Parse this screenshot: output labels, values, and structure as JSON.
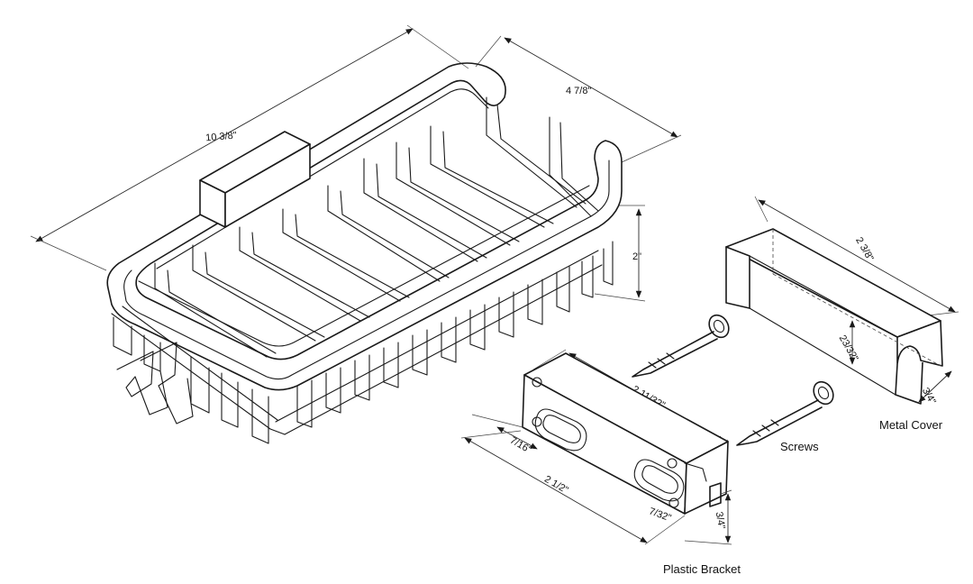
{
  "dimensions": {
    "basket_length": "10 3/8\"",
    "basket_width": "4 7/8\"",
    "basket_height": "2\"",
    "cover_length": "2 3/8\"",
    "cover_depth": "23/32\"",
    "cover_width": "3/4\"",
    "bracket_length": "2 11/32\"",
    "bracket_offset": "7/16\"",
    "bracket_total": "2 1/2\"",
    "bracket_small": "7/32\"",
    "bracket_height": "3/4\""
  },
  "labels": {
    "metal_cover": "Metal Cover",
    "screws": "Screws",
    "plastic_bracket": "Plastic Bracket"
  },
  "colors": {
    "line": "#1a1a1a",
    "background": "#ffffff"
  }
}
